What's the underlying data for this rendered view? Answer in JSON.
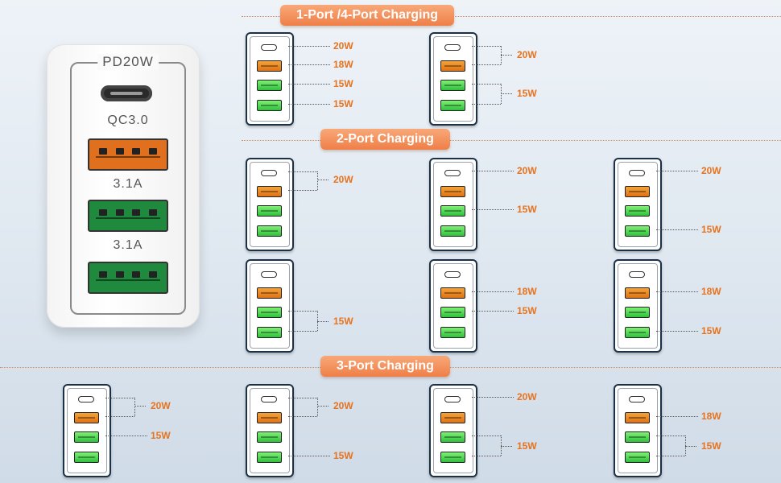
{
  "charger": {
    "label_pd": "PD20W",
    "label_qc": "QC3.0",
    "label_a1": "3.1A",
    "label_a2": "3.1A"
  },
  "sections": {
    "one_four": "1-Port /4-Port Charging",
    "two": "2-Port Charging",
    "three": "3-Port Charging"
  },
  "watts": {
    "w20": "20W",
    "w18": "18W",
    "w15": "15W"
  },
  "colors": {
    "accent_orange": "#ef7f48",
    "watt_orange": "#e8731e",
    "port_orange": "#e07214",
    "port_green": "#2fc13c",
    "card_border": "#1c3046"
  },
  "icons": [
    "usb-c-port-icon",
    "usb-a-orange-port-icon",
    "usb-a-green-port-icon"
  ]
}
